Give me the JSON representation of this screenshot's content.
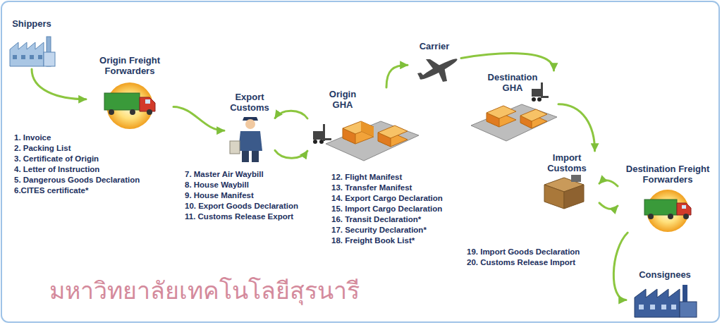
{
  "diagram": {
    "nodes": [
      {
        "text": [
          "Shippers"
        ]
      },
      {
        "text": [
          "Origin Freight Forwarders"
        ]
      },
      {
        "text": [
          "Export Customs"
        ]
      },
      {
        "text": [
          "Origin GHA"
        ]
      },
      {
        "text": [
          "Carrier"
        ]
      },
      {
        "text": [
          "Destination GHA"
        ]
      },
      {
        "text": [
          "Import Customs"
        ]
      },
      {
        "text": [
          "Destination Freight Forwarders"
        ]
      },
      {
        "text": [
          "Consignees"
        ]
      }
    ],
    "edges": [
      {
        "from": 0,
        "to": 1,
        "arrow": "to"
      },
      {
        "from": 1,
        "to": 2,
        "arrow": "to"
      },
      {
        "from": 3,
        "to": 2,
        "arrow": "to"
      },
      {
        "from": 2,
        "to": 3,
        "arrow": "to"
      },
      {
        "from": 3,
        "to": 4,
        "arrow": "to"
      },
      {
        "from": 4,
        "to": 5,
        "arrow": "to"
      },
      {
        "from": 5,
        "to": 6,
        "arrow": "to"
      },
      {
        "from": 7,
        "to": 6,
        "arrow": "to"
      },
      {
        "from": 6,
        "to": 7,
        "arrow": "to"
      },
      {
        "from": 7,
        "to": 8,
        "arrow": "to"
      }
    ],
    "labels": [
      "1. Invoice",
      "2. Packing List",
      "3. Certificate of Origin",
      "4. Letter of Instruction",
      "5. Dangerous Goods Declaration",
      "6.CITES certificate*",
      "7. Master Air Waybill",
      "8. House Waybill",
      "9. House Manifest",
      "10. Export Goods Declaration",
      "11. Customs Release Export",
      "12. Flight Manifest",
      "13. Transfer Manifest",
      "14. Export Cargo Declaration",
      "15. Import Cargo Declaration",
      "16. Transit Declaration*",
      "17. Security Declaration*",
      "18. Freight Book List*",
      "19. Import Goods Declaration",
      "20. Customs Release Import",
      "มหาวิทยาลัยเทคโนโลยีสุรนารี"
    ]
  }
}
